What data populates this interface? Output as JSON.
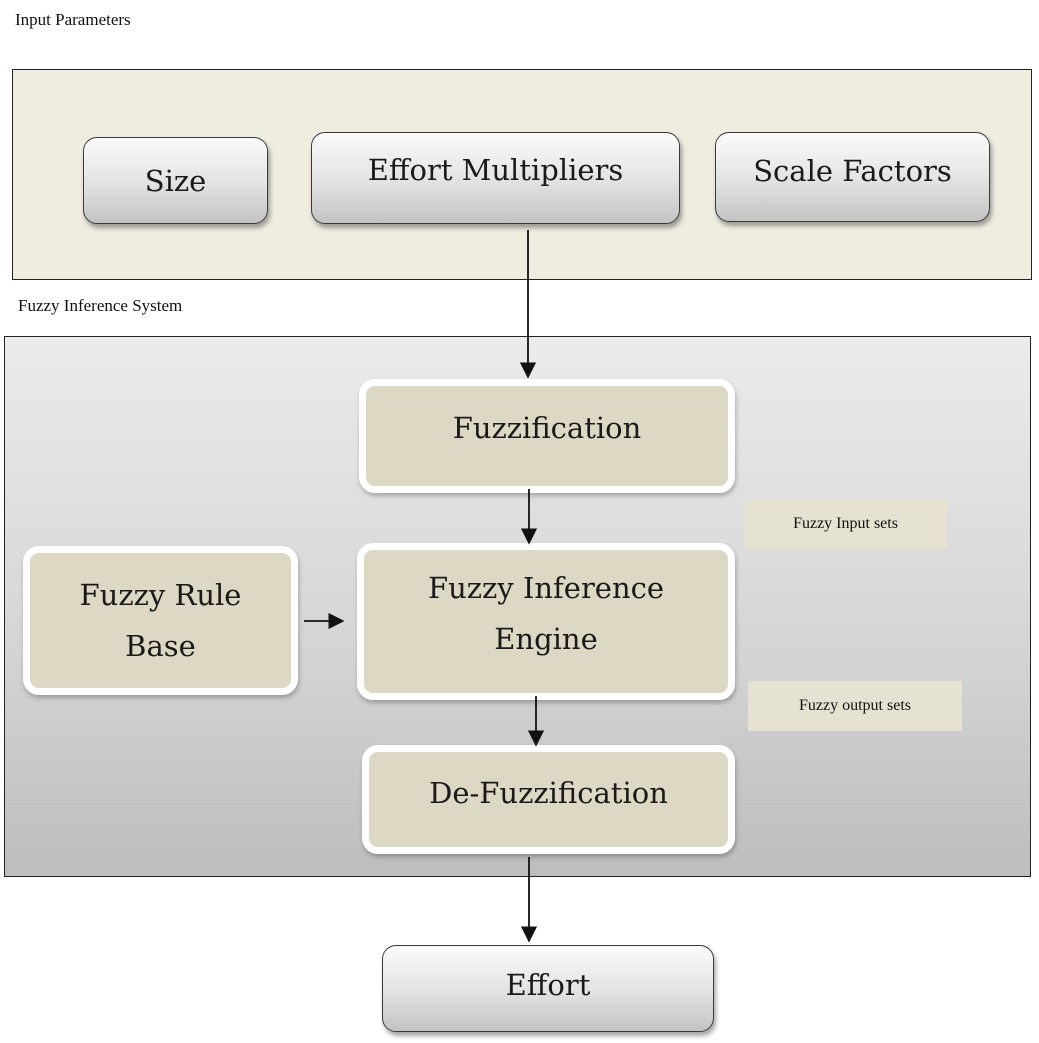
{
  "labels": {
    "input_parameters": "Input Parameters",
    "fuzzy_inference_system": "Fuzzy Inference System"
  },
  "inputs": {
    "size": "Size",
    "effort_multipliers": "Effort Multipliers",
    "scale_factors": "Scale Factors"
  },
  "fis": {
    "fuzzification": "Fuzzification",
    "rule_base_line1": "Fuzzy Rule",
    "rule_base_line2": "Base",
    "engine_line1": "Fuzzy Inference",
    "engine_line2": "Engine",
    "defuzzification": "De-Fuzzification",
    "fuzzy_input_sets": "Fuzzy Input sets",
    "fuzzy_output_sets": "Fuzzy output sets"
  },
  "output": {
    "effort": "Effort"
  },
  "colors": {
    "input_panel": "#efece0",
    "beige_box": "#ddd8c4",
    "arrow": "#111111"
  }
}
